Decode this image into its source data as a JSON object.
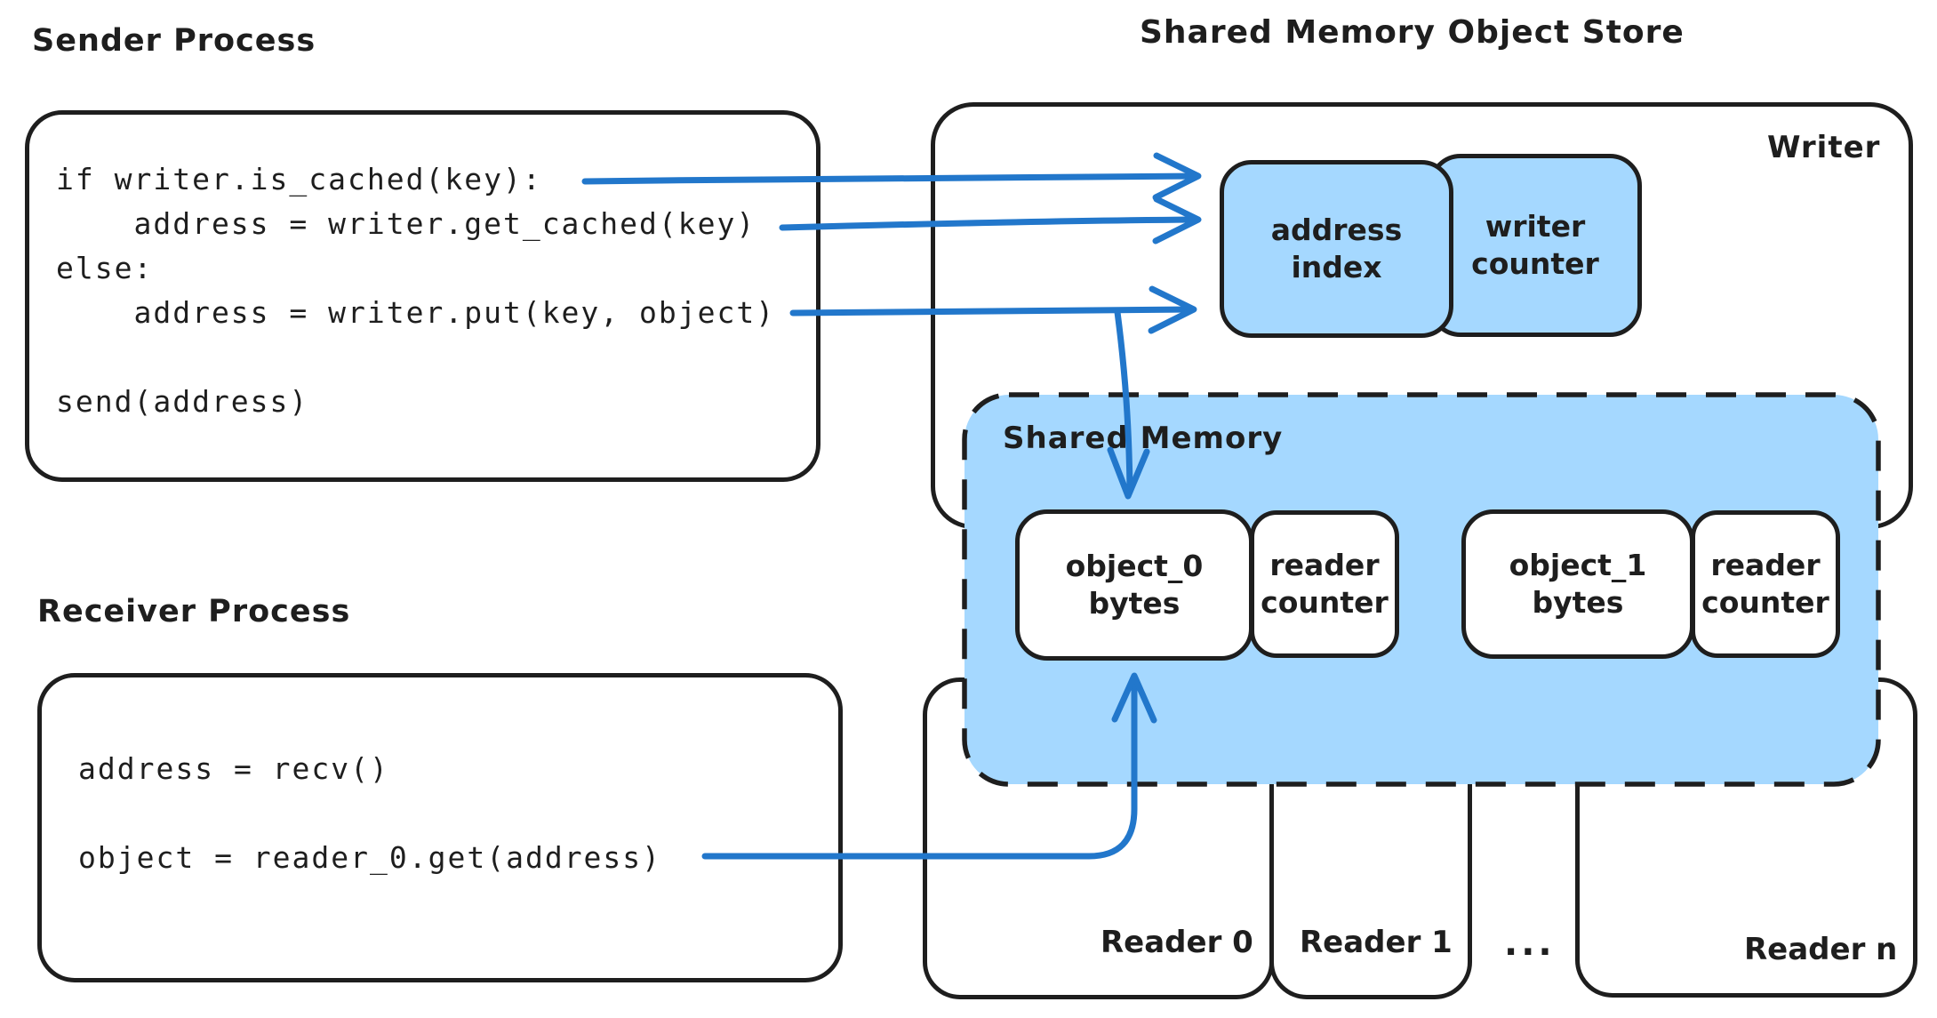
{
  "titles": {
    "sender": "Sender Process",
    "receiver": "Receiver Process",
    "store": "Shared Memory Object Store"
  },
  "sender": {
    "code": "if writer.is_cached(key):\n    address = writer.get_cached(key)\nelse:\n    address = writer.put(key, object)\n\nsend(address)"
  },
  "receiver": {
    "code": "address = recv()\n\nobject = reader_0.get(address)"
  },
  "store": {
    "writer_label": "Writer",
    "address_index_label": "address\nindex",
    "writer_counter_label": "writer\ncounter",
    "shared_memory_label": "Shared Memory",
    "objects": [
      {
        "label": "object_0\nbytes",
        "counter": "reader\ncounter"
      },
      {
        "label": "object_1\nbytes",
        "counter": "reader\ncounter"
      }
    ],
    "readers": [
      {
        "label": "Reader 0"
      },
      {
        "label": "Reader 1"
      },
      {
        "label": "Reader n"
      }
    ],
    "ellipsis": "..."
  },
  "colors": {
    "stroke": "#1e1e1e",
    "fill_blue": "#a5d8ff",
    "arrow_blue": "#2277cb",
    "canvas_bg": "#ffffff"
  }
}
